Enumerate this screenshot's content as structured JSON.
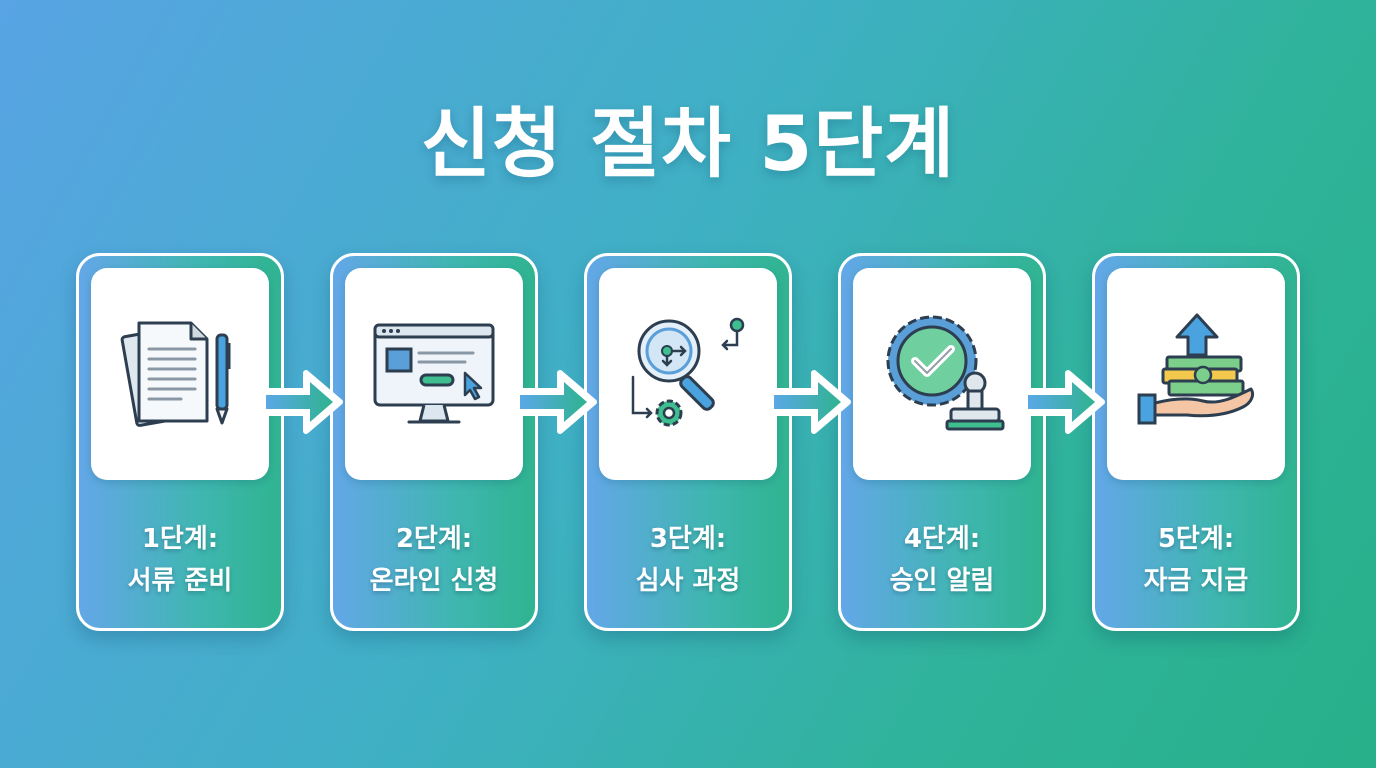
{
  "title": "신청 절차 5단계",
  "steps": [
    {
      "label_line1": "1단계:",
      "label_line2": "서류 준비",
      "icon": "documents-pen-icon"
    },
    {
      "label_line1": "2단계:",
      "label_line2": "온라인 신청",
      "icon": "computer-monitor-icon"
    },
    {
      "label_line1": "3단계:",
      "label_line2": "심사 과정",
      "icon": "magnifier-review-icon"
    },
    {
      "label_line1": "4단계:",
      "label_line2": "승인 알림",
      "icon": "approval-seal-stamp-icon"
    },
    {
      "label_line1": "5단계:",
      "label_line2": "자금 지급",
      "icon": "money-hand-icon"
    }
  ],
  "colors": {
    "bg_start": "#58a4e4",
    "bg_end": "#27b08a",
    "icon_blue": "#5a9fd8",
    "icon_green": "#3fbf8f",
    "outline": "#2c3e50"
  }
}
